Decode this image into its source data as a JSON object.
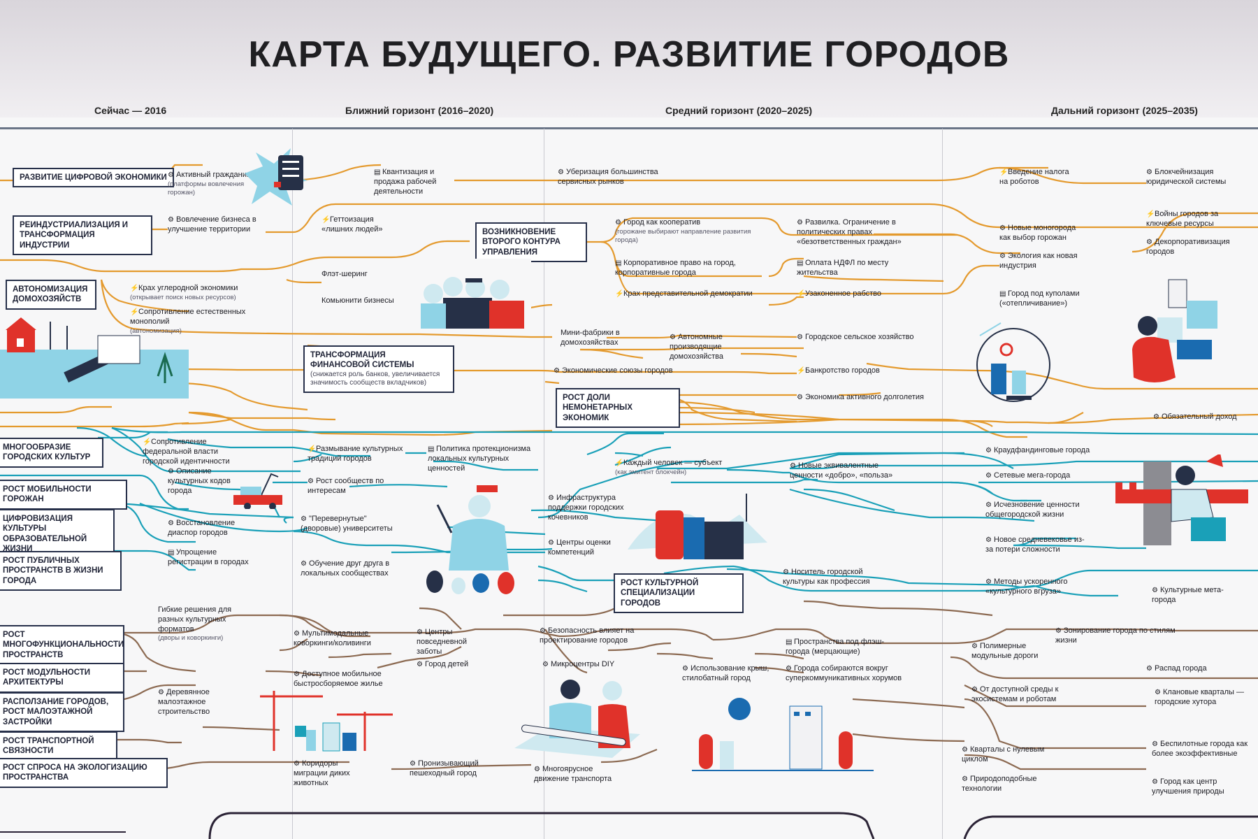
{
  "title": "КАРТА БУДУЩЕГО. РАЗВИТИЕ ГОРОДОВ",
  "horizons": [
    "Сейчас — 2016",
    "Ближний горизонт (2016–2020)",
    "Средний горизонт (2020–2025)",
    "Дальний горизонт (2025–2035)"
  ],
  "boxes": [
    {
      "label": "Развитие цифровой экономики"
    },
    {
      "label": "Реиндустриализация и трансформация индустрии"
    },
    {
      "label": "Автономизация домохозяйств"
    },
    {
      "label": "Возникновение второго контура управления"
    },
    {
      "label": "Трансформация финансовой системы",
      "sub": "(снижается роль банков, увеличивается значимость сообществ вкладчиков)"
    },
    {
      "label": "Рост доли немонетарных экономик"
    },
    {
      "label": "Многообразие городских культур"
    },
    {
      "label": "Рост мобильности горожан"
    },
    {
      "label": "Цифровизация культуры образовательной жизни"
    },
    {
      "label": "Рост публичных пространств в жизни города"
    },
    {
      "label": "Рост культурной специализации городов"
    },
    {
      "label": "Рост многофункциональности пространств"
    },
    {
      "label": "Рост модульности архитектуры"
    },
    {
      "label": "Расползание городов, рост малоэтажной застройки"
    },
    {
      "label": "Рост транспортной связности"
    },
    {
      "label": "Рост спроса на экологизацию пространства"
    }
  ],
  "nodes": [
    {
      "text": "Активный гражданин",
      "sub": "(платформы вовлечения горожан)"
    },
    {
      "text": "Вовлечение бизнеса в улучшение территории"
    },
    {
      "text": "Квантизация и продажа рабочей деятельности"
    },
    {
      "text": "Геттоизация «лишних людей»"
    },
    {
      "text": "Уберизация большинства сервисных рынков"
    },
    {
      "text": "Введение налога на роботов"
    },
    {
      "text": "Блокчейнизация юридической системы"
    },
    {
      "text": "Войны городов за ключевые ресурсы"
    },
    {
      "text": "Декорпоративизация городов"
    },
    {
      "text": "Город как кооператив",
      "sub": "(горожане выбирают направление развития города)"
    },
    {
      "text": "Развилка. Ограничение в политических правах «безответственных граждан»"
    },
    {
      "text": "Новые моногорода как выбор горожан"
    },
    {
      "text": "Экология как новая индустрия"
    },
    {
      "text": "Корпоративное право на город, корпоративные города"
    },
    {
      "text": "Оплата НДФЛ по месту жительства"
    },
    {
      "text": "Флэт-шеринг"
    },
    {
      "text": "Крах углеродной экономики",
      "sub": "(открывает поиск новых ресурсов)"
    },
    {
      "text": "Сопротивление естественных монополий",
      "sub": "(автономизация)"
    },
    {
      "text": "Комьюнити бизнесы"
    },
    {
      "text": "Крах представительной демократии"
    },
    {
      "text": "Узаконенное рабство"
    },
    {
      "text": "Город под куполами («отепличивание»)"
    },
    {
      "text": "Мини-фабрики в домохозяйствах"
    },
    {
      "text": "Автономные производящие домохозяйства"
    },
    {
      "text": "Городское сельское хозяйство"
    },
    {
      "text": "Экономические союзы городов"
    },
    {
      "text": "Банкротство городов"
    },
    {
      "text": "Экономика активного долголетия"
    },
    {
      "text": "Обязательный доход"
    },
    {
      "text": "Сопротивление федеральной власти городской идентичности"
    },
    {
      "text": "Размывание культурных традиций городов"
    },
    {
      "text": "Политика протекционизма локальных культурных ценностей"
    },
    {
      "text": "Описание культурных кодов города"
    },
    {
      "text": "Рост сообществ по интересам"
    },
    {
      "text": "Каждый человек — субъект",
      "sub": "(как эмитент блокчейн)"
    },
    {
      "text": "Новые эквивалентные ценности «добро», «польза»"
    },
    {
      "text": "Краудфандинговые города"
    },
    {
      "text": "Сетевые мега-города"
    },
    {
      "text": "Инфраструктура поддержки городских кочевников"
    },
    {
      "text": "Исчезновение ценности общегородской жизни"
    },
    {
      "text": "Восстановление диаспор городов"
    },
    {
      "text": "\"Перевернутые\" (дворовые) университеты"
    },
    {
      "text": "Центры оценки компетенций"
    },
    {
      "text": "Новое средневековье из-за потери сложности"
    },
    {
      "text": "Упрощение регистрации в городах"
    },
    {
      "text": "Обучение друг друга в локальных сообществах"
    },
    {
      "text": "Носитель городской культуры как профессия"
    },
    {
      "text": "Методы ускоренного «культурного вгруза»"
    },
    {
      "text": "Культурные мета-города"
    },
    {
      "text": "Гибкие решения для разных культурных форматов",
      "sub": "(дворы и коворкинги)"
    },
    {
      "text": "Мультимодальные коворкинги/коливинги"
    },
    {
      "text": "Центры повседневной заботы"
    },
    {
      "text": "Безопасность влияет на проектирование городов"
    },
    {
      "text": "Зонирование города по стилям жизни"
    },
    {
      "text": "Пространства под флэш-города (мерцающие)"
    },
    {
      "text": "Полимерные модульные дороги"
    },
    {
      "text": "Город детей"
    },
    {
      "text": "Микроцентры DIY"
    },
    {
      "text": "Использование крыш, стилобатный город"
    },
    {
      "text": "Города собираются вокруг суперкоммуникативных хорумов"
    },
    {
      "text": "Распад города"
    },
    {
      "text": "Доступное мобильное быстросборяемое жилье"
    },
    {
      "text": "Деревянное малоэтажное строительство"
    },
    {
      "text": "От доступной среды к экосистемам и роботам"
    },
    {
      "text": "Клановые кварталы — городские хутора"
    },
    {
      "text": "Кварталы с нулевым циклом"
    },
    {
      "text": "Беспилотные города как более экоэффективные"
    },
    {
      "text": "Коридоры миграции диких животных"
    },
    {
      "text": "Пронизывающий пешеходный город"
    },
    {
      "text": "Многоярусное движение транспорта"
    },
    {
      "text": "Природоподобные технологии"
    },
    {
      "text": "Город как центр улучшения природы"
    }
  ]
}
